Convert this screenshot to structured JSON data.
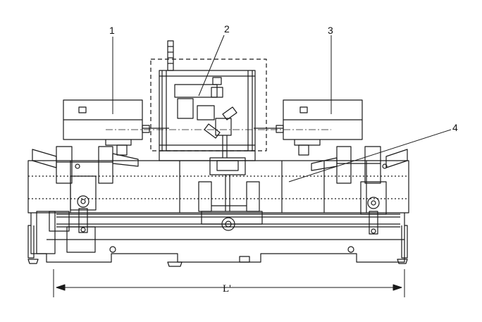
{
  "callouts": {
    "c1": "1",
    "c2": "2",
    "c3": "3",
    "c4": "4"
  },
  "dimension": {
    "length_label": "L'"
  },
  "colors": {
    "ink": "#1a1a1a",
    "paper": "#ffffff"
  }
}
